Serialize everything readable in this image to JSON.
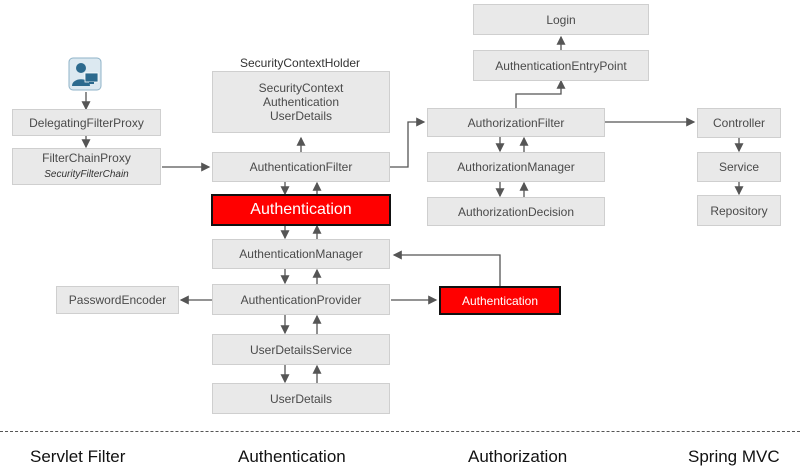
{
  "holder_label": "SecurityContextHolder",
  "security_context": {
    "lines": [
      "SecurityContext",
      "Authentication",
      "UserDetails"
    ]
  },
  "servlet": {
    "delegating": "DelegatingFilterProxy",
    "filter_chain": "FilterChainProxy",
    "filter_chain_sub": "SecurityFilterChain"
  },
  "authn": {
    "filter": "AuthenticationFilter",
    "token": "Authentication",
    "manager": "AuthenticationManager",
    "provider": "AuthenticationProvider",
    "result": "Authentication",
    "password_encoder": "PasswordEncoder",
    "user_details_service": "UserDetailsService",
    "user_details": "UserDetails"
  },
  "authz": {
    "login": "Login",
    "entry_point": "AuthenticationEntryPoint",
    "filter": "AuthorizationFilter",
    "manager": "AuthorizationManager",
    "decision": "AuthorizationDecision"
  },
  "mvc": {
    "controller": "Controller",
    "service": "Service",
    "repository": "Repository"
  },
  "sections": {
    "servlet_filter": "Servlet Filter",
    "authentication": "Authentication",
    "authorization": "Authorization",
    "spring_mvc": "Spring MVC"
  },
  "colors": {
    "box_fill": "#e9e9e9",
    "highlight": "#ff0000",
    "arrow": "#555555"
  },
  "icons": {
    "user": "user-at-computer-icon"
  }
}
